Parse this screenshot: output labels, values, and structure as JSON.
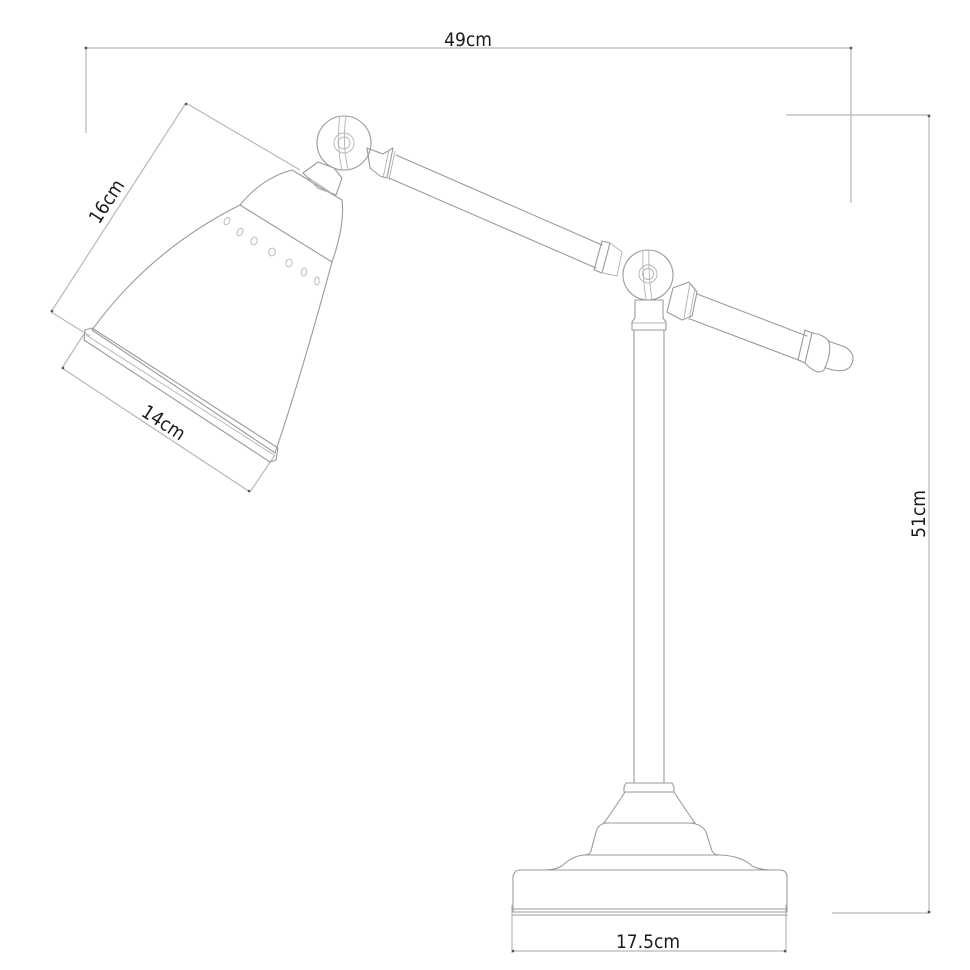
{
  "drawing": {
    "subject": "Desk lamp dimension drawing",
    "dimensions": {
      "overall_width": "49cm",
      "overall_height": "51cm",
      "shade_length": "16cm",
      "shade_diameter": "14cm",
      "base_diameter": "17.5cm"
    },
    "colors": {
      "outline": "#9a9a9a",
      "dimension_line": "#b8b8b8",
      "label_text": "#1a1a1a",
      "background": "#ffffff"
    }
  }
}
